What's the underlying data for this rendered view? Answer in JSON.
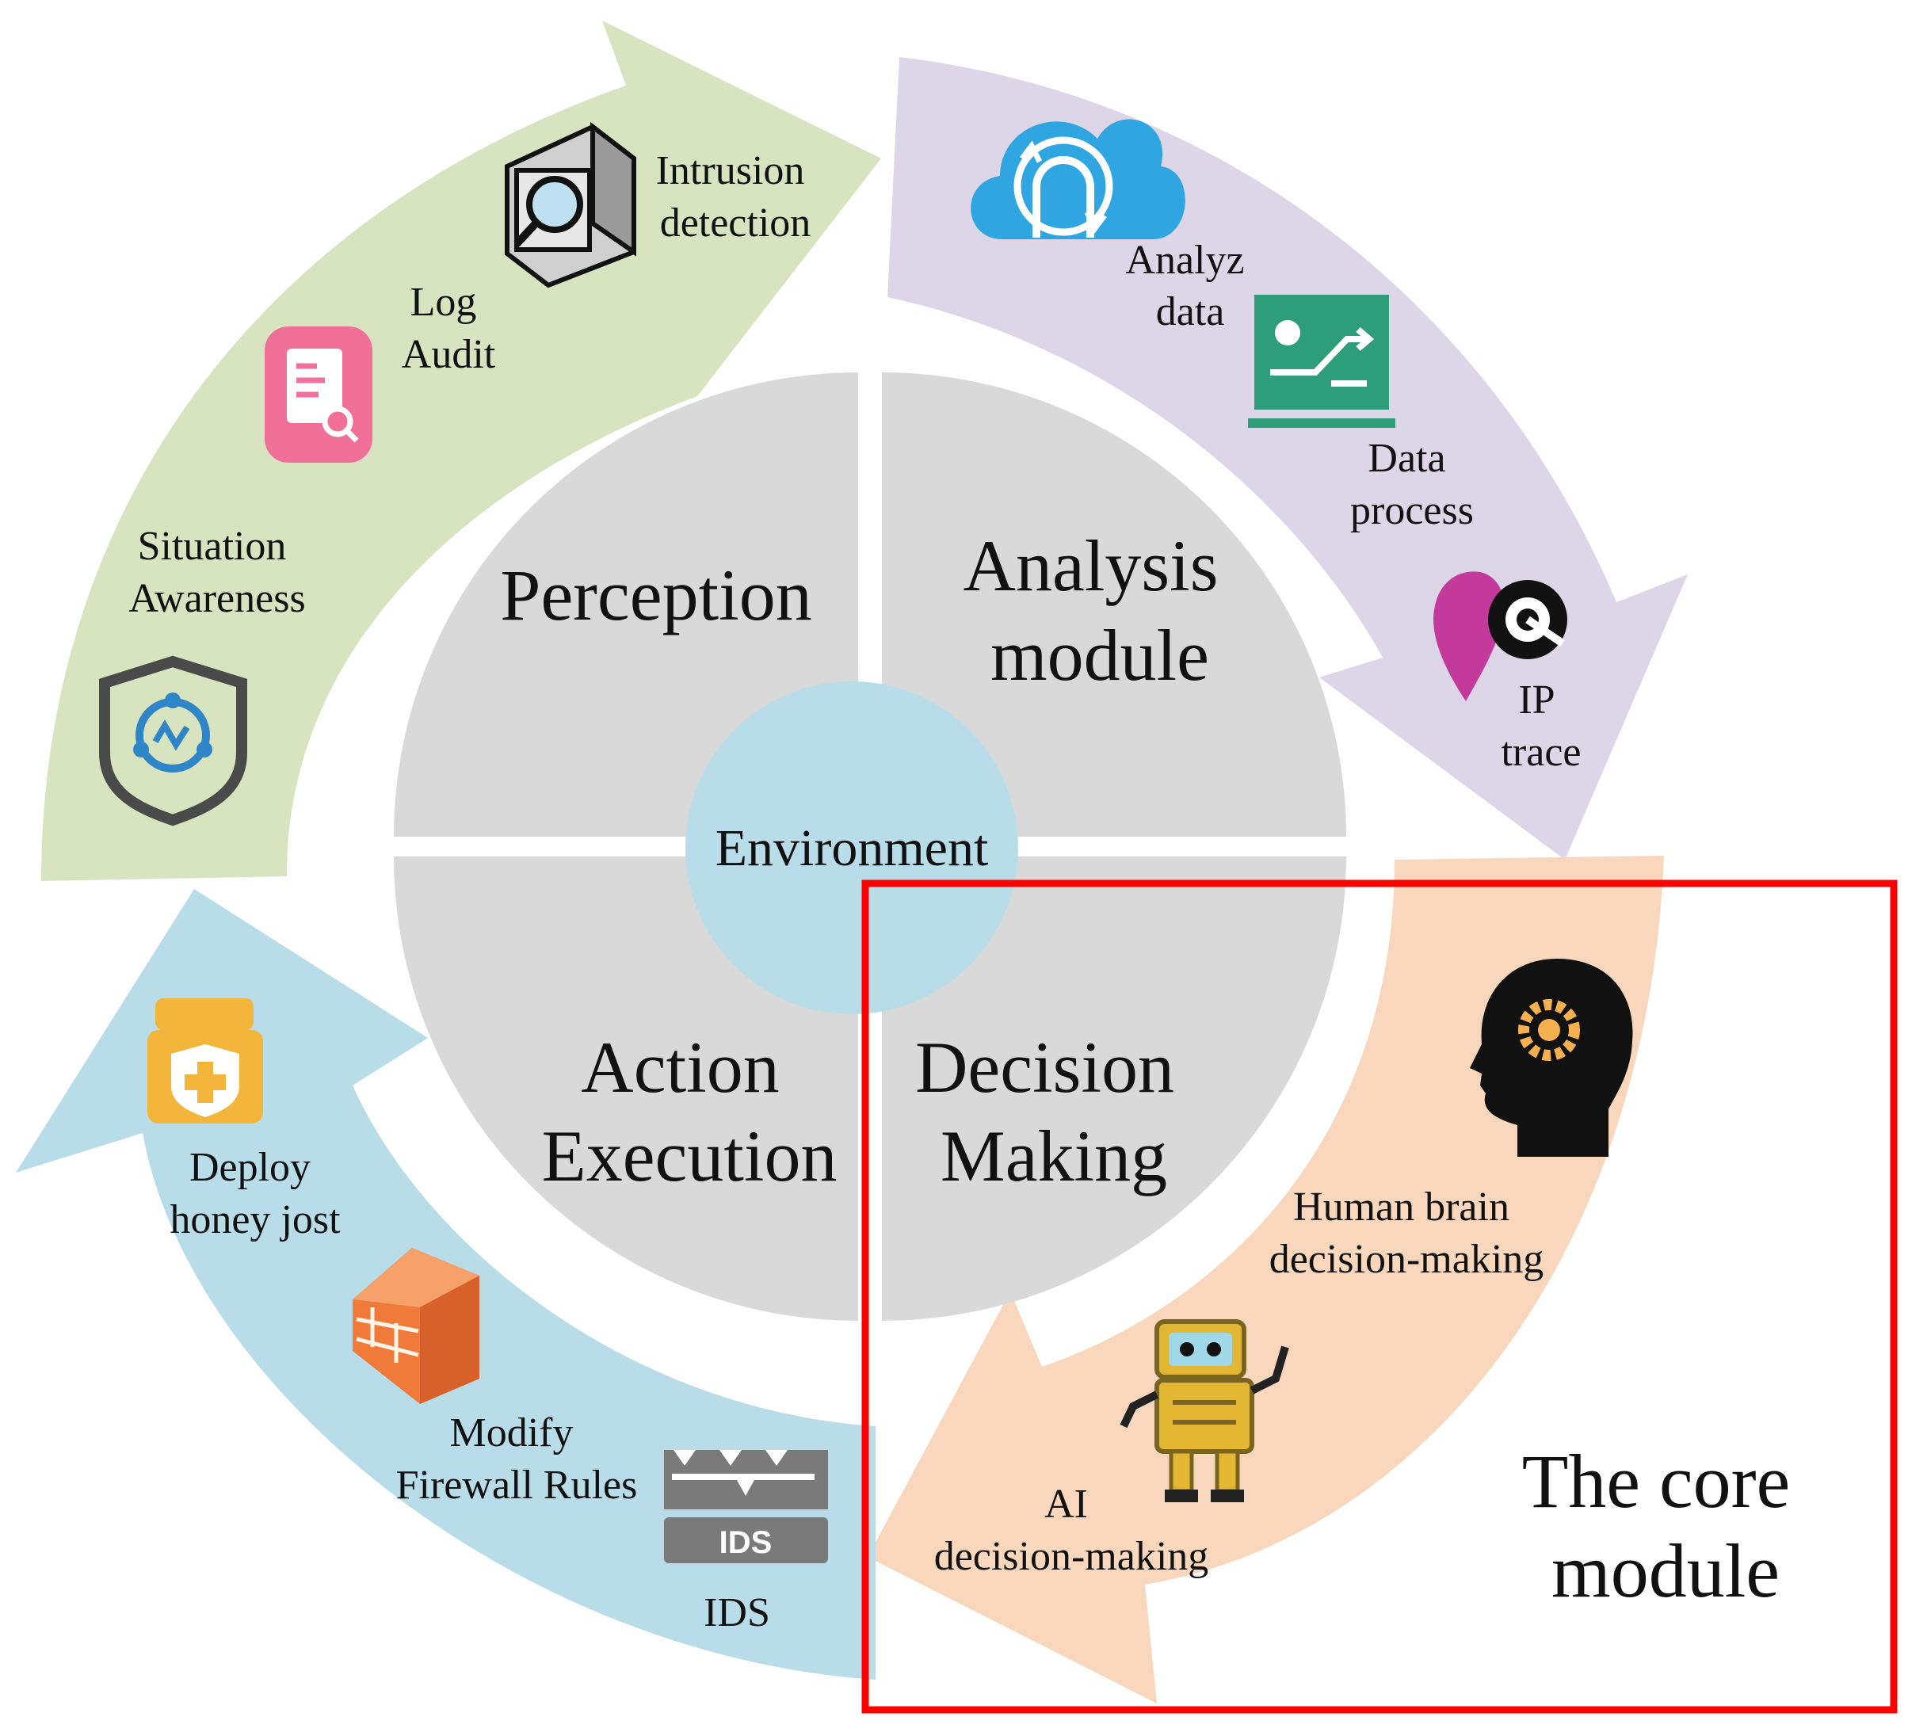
{
  "diagram": {
    "center_label": "Environment",
    "quadrants": {
      "perception": {
        "lines": [
          "Perception"
        ]
      },
      "analysis": {
        "lines": [
          "Analysis",
          "module"
        ]
      },
      "action": {
        "lines": [
          "Action",
          "Execution"
        ]
      },
      "decision": {
        "lines": [
          "Decision",
          "Making"
        ]
      }
    },
    "perception_items": {
      "intrusion": {
        "lines": [
          "Intrusion",
          "detection"
        ]
      },
      "log": {
        "lines": [
          "Log",
          "Audit"
        ]
      },
      "situation": {
        "lines": [
          "Situation",
          "Awareness"
        ]
      }
    },
    "analysis_items": {
      "analyz": {
        "lines": [
          "Analyz",
          "data"
        ]
      },
      "process": {
        "lines": [
          "Data",
          "process"
        ]
      },
      "ip": {
        "lines": [
          "IP",
          "trace"
        ]
      }
    },
    "decision_items": {
      "human": {
        "lines": [
          "Human brain",
          "decision-making"
        ]
      },
      "ai": {
        "lines": [
          "AI",
          "decision-making"
        ]
      }
    },
    "action_items": {
      "honey": {
        "lines": [
          "Deploy",
          "honey jost"
        ]
      },
      "firewall": {
        "lines": [
          "Modify",
          "Firewall Rules"
        ]
      },
      "ids": {
        "lines": [
          "IDS"
        ]
      }
    },
    "core_box": {
      "lines": [
        "The core",
        "module"
      ]
    },
    "icon_text": {
      "ids_badge": "IDS"
    }
  },
  "colors": {
    "green_arrow": "#d8e3c0",
    "purple_arrow": "#ddd6e8",
    "orange_arrow": "#f9d7bd",
    "blue_arrow": "#b8dde8",
    "quadrant_gray": "#d9d9d9",
    "center_blue": "#b9dde8",
    "core_box_red": "#ff0000"
  },
  "icons": [
    "intrusion-detection-icon",
    "log-audit-icon",
    "situation-awareness-icon",
    "cloud-analysis-icon",
    "data-process-icon",
    "ip-trace-icon",
    "human-brain-icon",
    "robot-icon",
    "honeypot-icon",
    "firewall-icon",
    "ids-icon"
  ]
}
